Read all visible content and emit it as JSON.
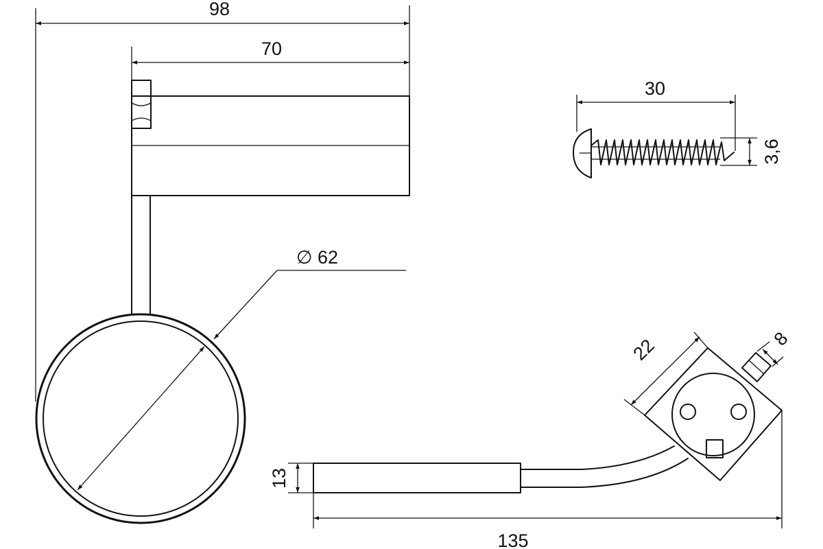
{
  "dimensions": {
    "overall_depth": "98",
    "base_length": "70",
    "ring_diameter": "∅ 62",
    "screw_length": "30",
    "screw_diameter": "3,6",
    "wall_plate_size": "22",
    "side_screw": "8",
    "arm_height": "13",
    "overall_length": "135"
  },
  "colors": {
    "line": "#111111",
    "background": "#ffffff"
  }
}
